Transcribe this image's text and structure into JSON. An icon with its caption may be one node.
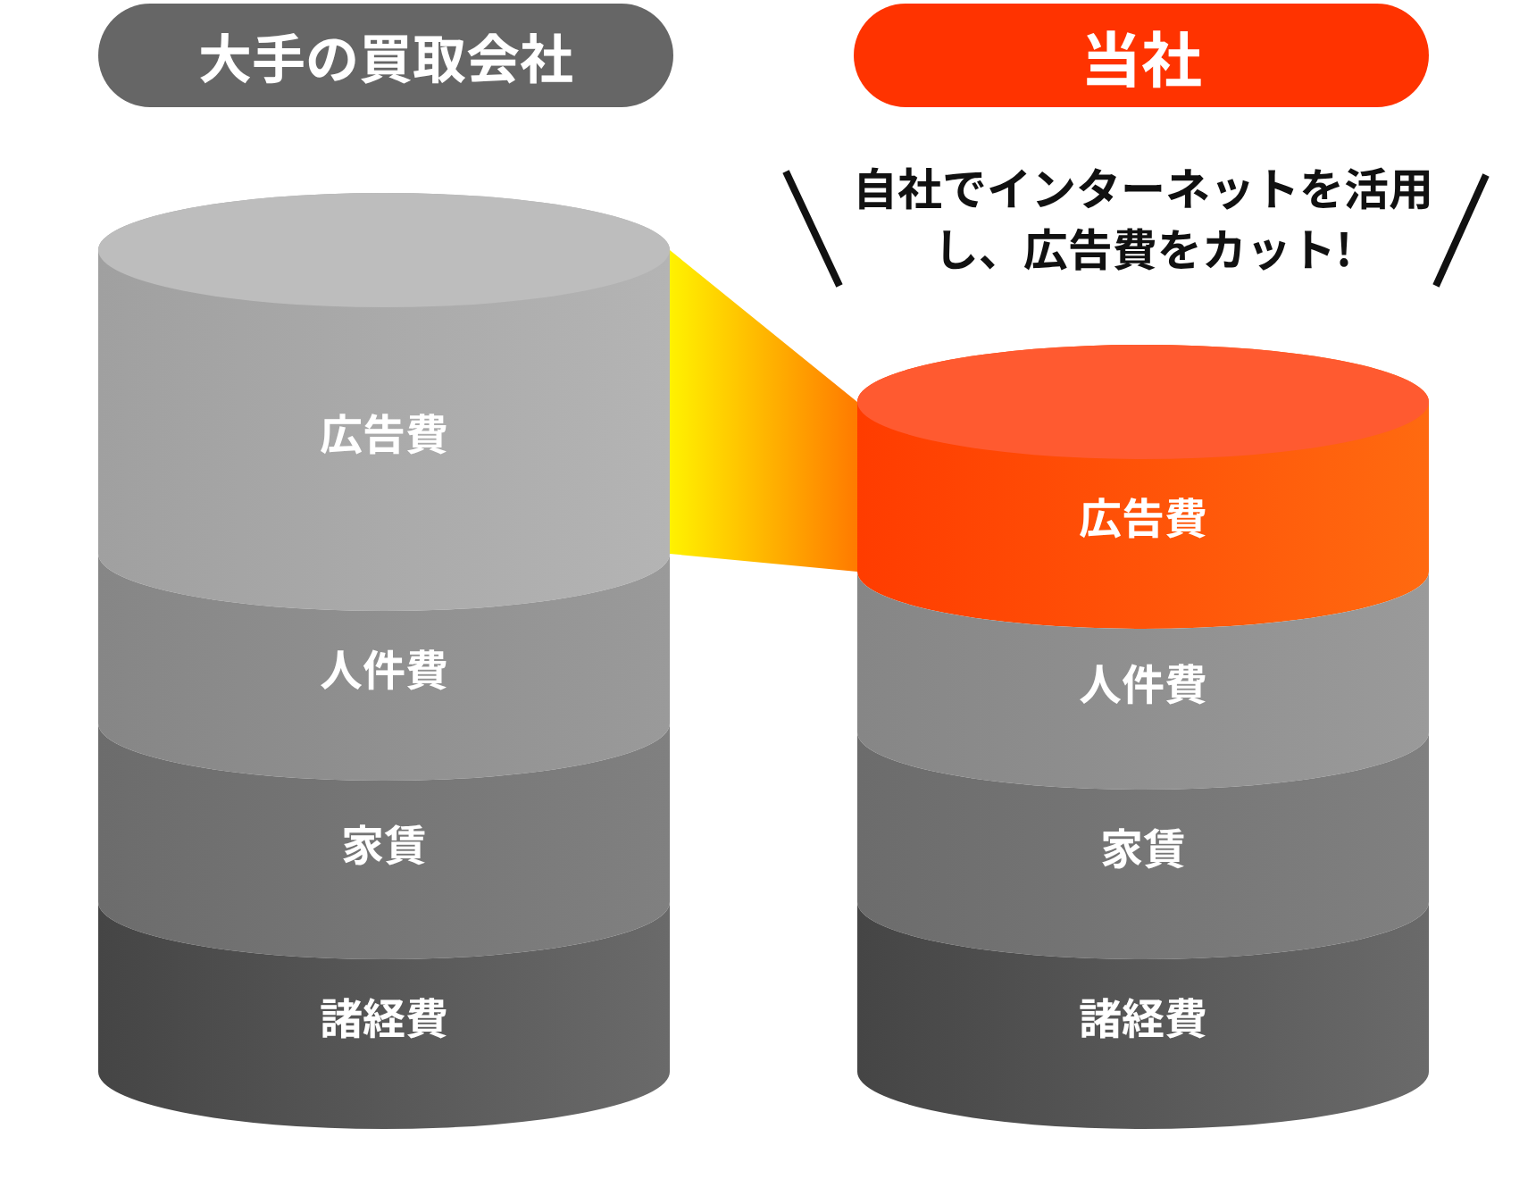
{
  "diagram": {
    "nodes": [
      {
        "text": [
          "大手の買取会社"
        ]
      },
      {
        "text": [
          "当社"
        ]
      },
      {
        "text": [
          "広告費"
        ]
      },
      {
        "text": [
          "人件費"
        ]
      },
      {
        "text": [
          "家賃"
        ]
      },
      {
        "text": [
          "諸経費"
        ]
      },
      {
        "text": [
          "広告費"
        ]
      },
      {
        "text": [
          "人件費"
        ]
      },
      {
        "text": [
          "家賃"
        ]
      },
      {
        "text": [
          "諸経費"
        ]
      }
    ],
    "edges": [
      {
        "from": 2,
        "to": 6,
        "arrow": "none"
      }
    ],
    "labels": [
      "自社でインターネットを活用し、広告費をカット!"
    ]
  }
}
